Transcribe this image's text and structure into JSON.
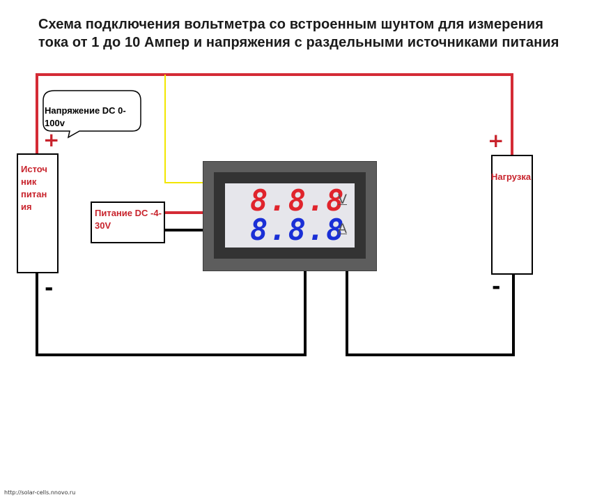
{
  "title": "Схема подключения вольтметра со встроенным шунтом для измерения тока от 1 до 10 Ампер  и напряжения с раздельными источниками питания",
  "voltage_note": "Напряжение DC 0-100v",
  "source": {
    "label": "Источ ник питан ия",
    "plus": "+",
    "minus": "-"
  },
  "load": {
    "label": "Нагрузка",
    "plus": "+",
    "minus": "-"
  },
  "power_supply": {
    "label": "Питание DC -4-30V"
  },
  "meter": {
    "voltage_digits": "8.8.8",
    "voltage_unit": "V",
    "current_digits": "8.8.8",
    "current_unit": "A"
  },
  "wire_colors": {
    "positive": "#d42b35",
    "sense": "#f2e600",
    "negative": "#000000"
  },
  "footer": "http://solar-cells.nnovo.ru"
}
